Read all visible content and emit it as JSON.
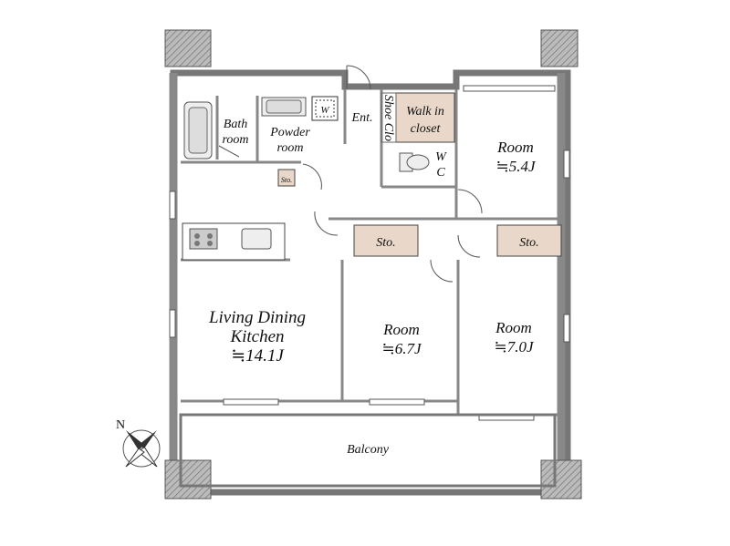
{
  "rooms": {
    "bath": {
      "line1": "Bath",
      "line2": "room"
    },
    "powder": {
      "line1": "Powder",
      "line2": "room"
    },
    "washer": "W",
    "entrance": "Ent.",
    "shoe_closet": "Shoe Clo",
    "walk_in_closet": {
      "line1": "Walk in",
      "line2": "closet"
    },
    "wc": {
      "line1": "W",
      "line2": "C"
    },
    "room_ne": {
      "name": "Room",
      "size": "≒5.4J"
    },
    "storage_small": "Sto.",
    "storage_center": "Sto.",
    "storage_east": "Sto.",
    "ldk": {
      "line1": "Living Dining",
      "line2": "Kitchen",
      "size": "≒14.1J"
    },
    "room_center": {
      "name": "Room",
      "size": "≒6.7J"
    },
    "room_east": {
      "name": "Room",
      "size": "≒7.0J"
    },
    "balcony": "Balcony"
  },
  "compass": {
    "north": "N"
  },
  "colors": {
    "closet_fill": "#e9d8c9",
    "wall": "#777777",
    "column": "#aaaaaa"
  }
}
